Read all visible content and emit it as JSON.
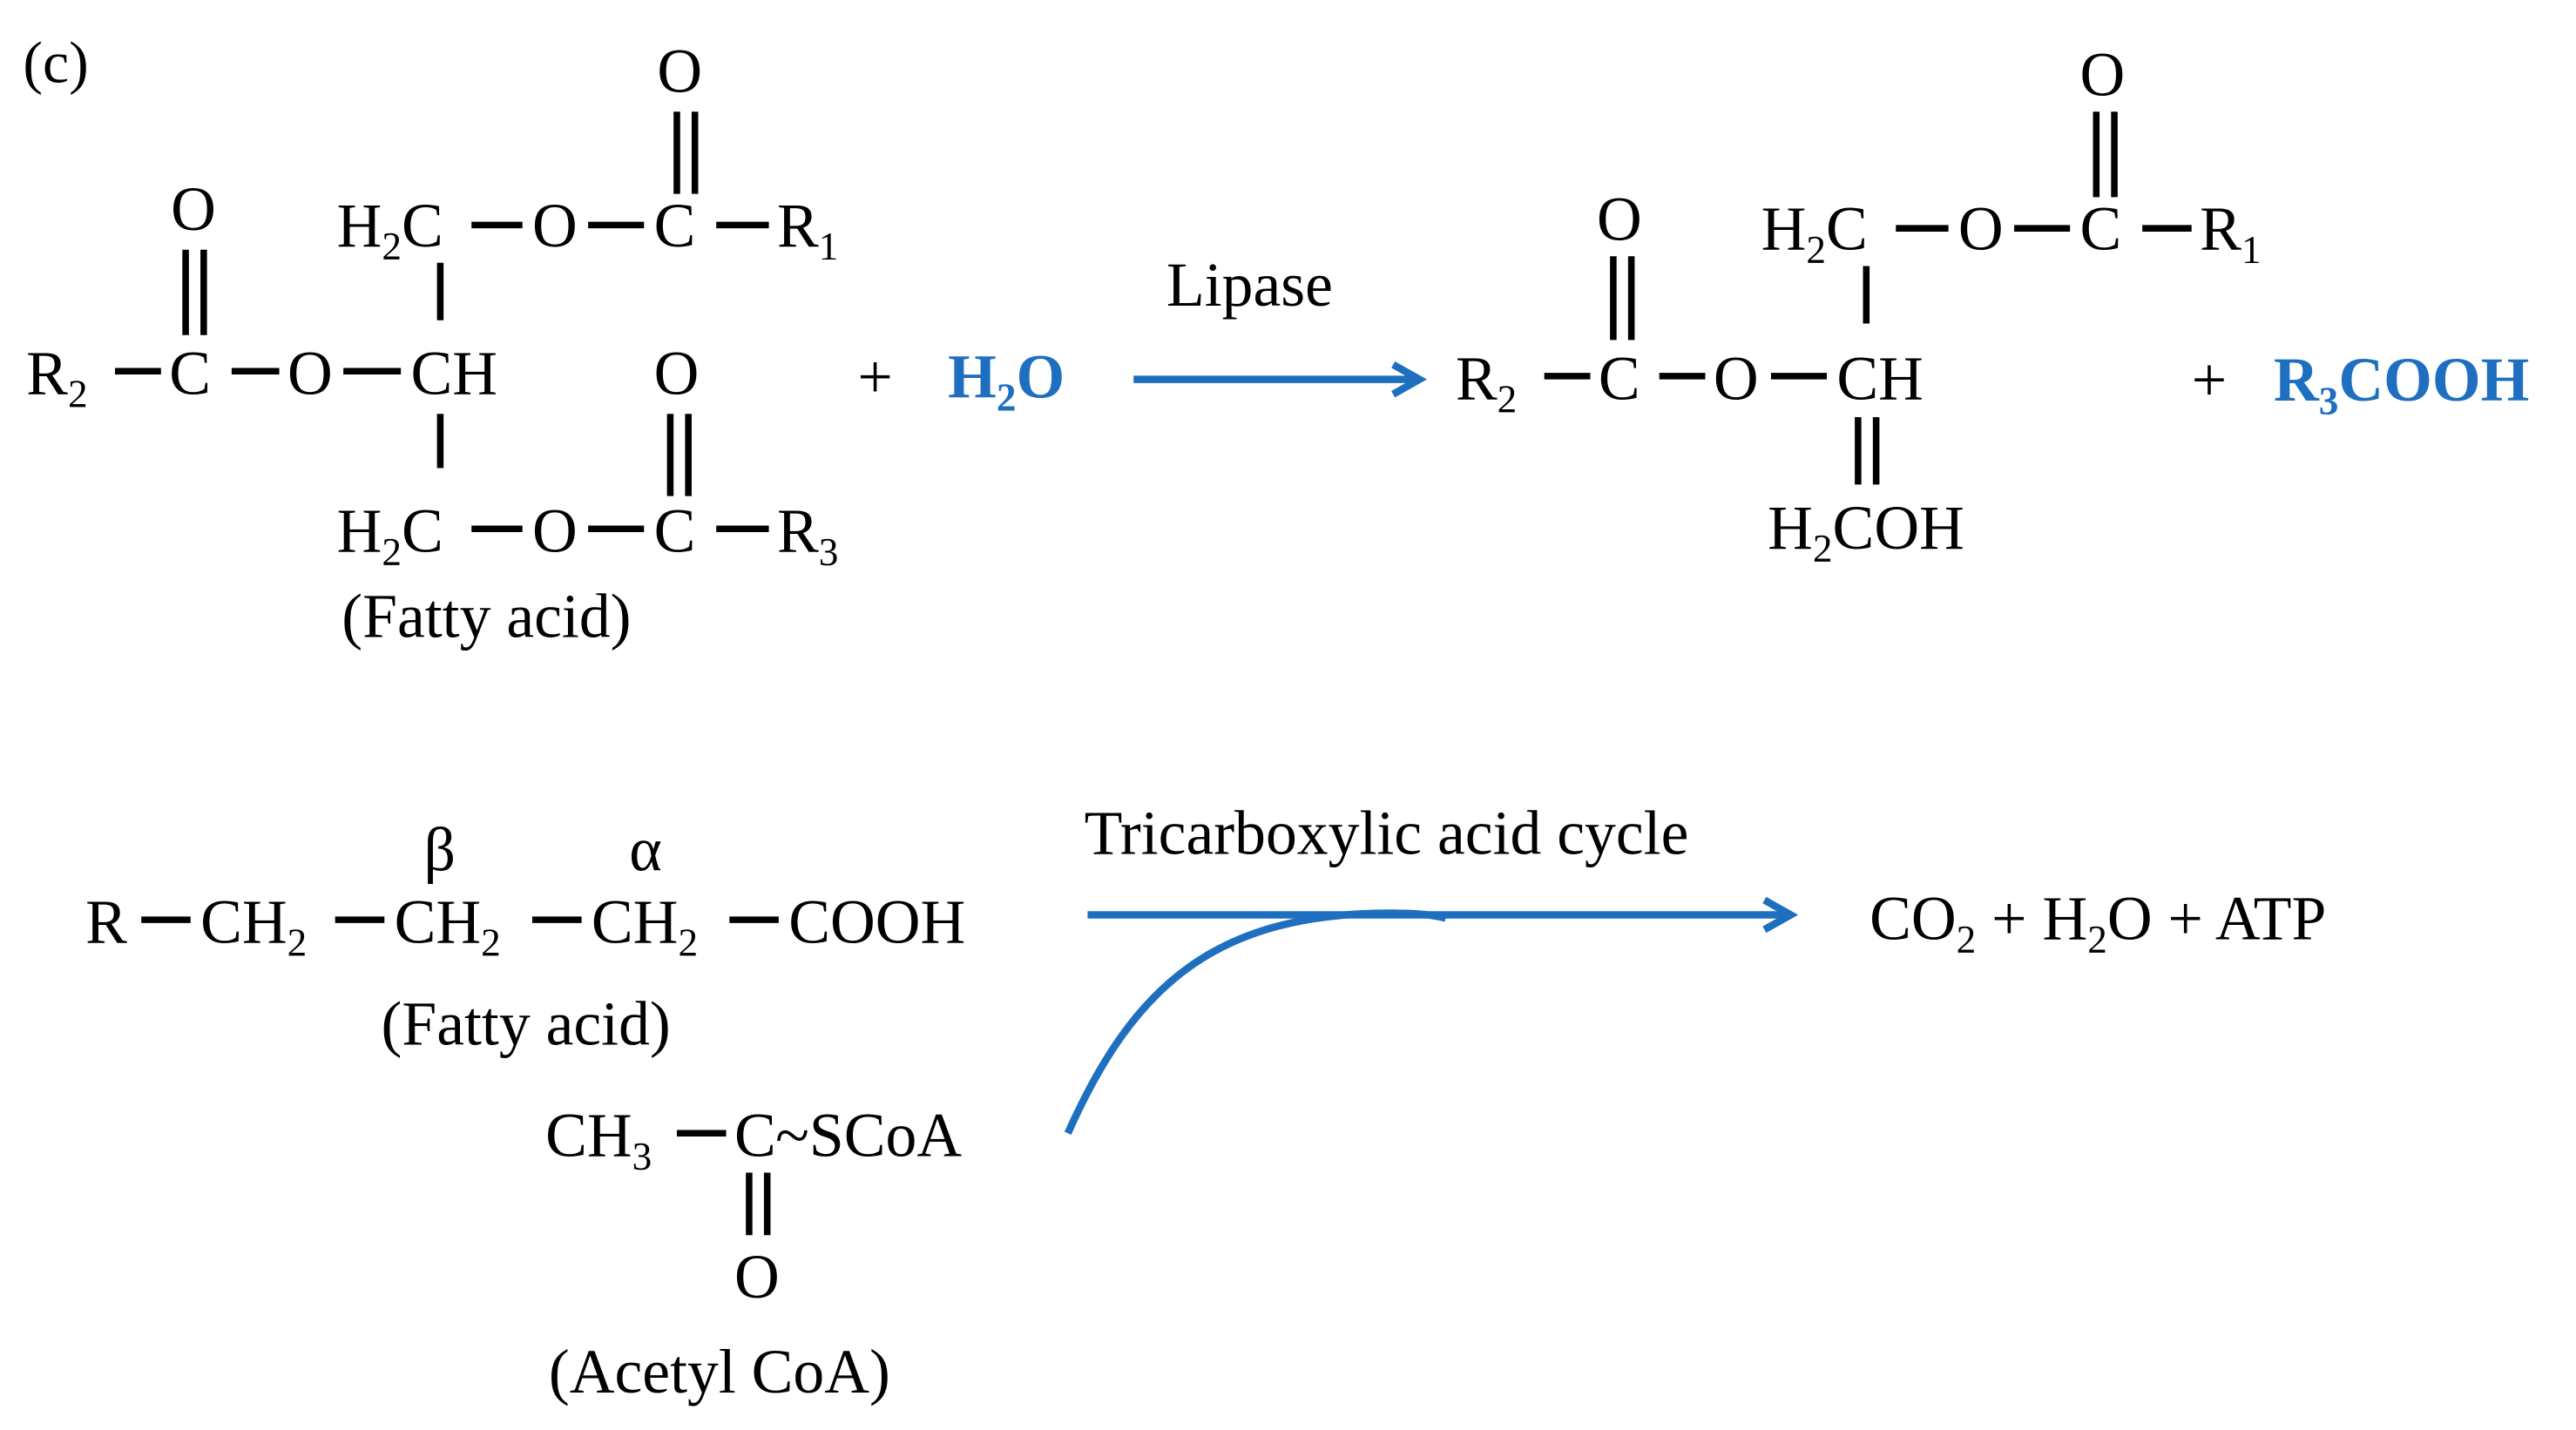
{
  "panel_label": "(c)",
  "reaction1": {
    "enzyme_label": "Lipase",
    "plus": "+",
    "water": {
      "main": "H",
      "sub": "2",
      "tail": "O"
    },
    "product_acid": {
      "main": "R",
      "sub": "3",
      "tail": "COOH"
    },
    "reactant_caption": "(Fatty acid)",
    "atoms": {
      "O": "O",
      "C": "C",
      "CH": "CH",
      "H2C_H": "H",
      "H2C_2": "2",
      "H2C_C": "C",
      "R1": "R",
      "R1_sub": "1",
      "R2": "R",
      "R2_sub": "2",
      "R3": "R",
      "R3_sub": "3",
      "H2COH_H": "H",
      "H2COH_2": "2",
      "H2COH_tail": "COH"
    }
  },
  "reaction2": {
    "pathway_label": "Tricarboxylic acid cycle",
    "fatty_acid": {
      "R": "R",
      "CH": "CH",
      "sub2": "2",
      "COOH": "COOH",
      "beta": "β",
      "alpha": "α",
      "caption": "(Fatty acid)"
    },
    "acetyl_coa": {
      "CH": "CH",
      "sub3": "3",
      "C": "C",
      "tail": "~SCoA",
      "O": "O",
      "caption": "(Acetyl CoA)"
    },
    "products": {
      "co": "CO",
      "co_sub": "2",
      "plus1": " + H",
      "h2o_sub": "2",
      "rest": "O + ATP"
    }
  },
  "colors": {
    "accent": "#1f6fc0",
    "text": "#000000"
  }
}
